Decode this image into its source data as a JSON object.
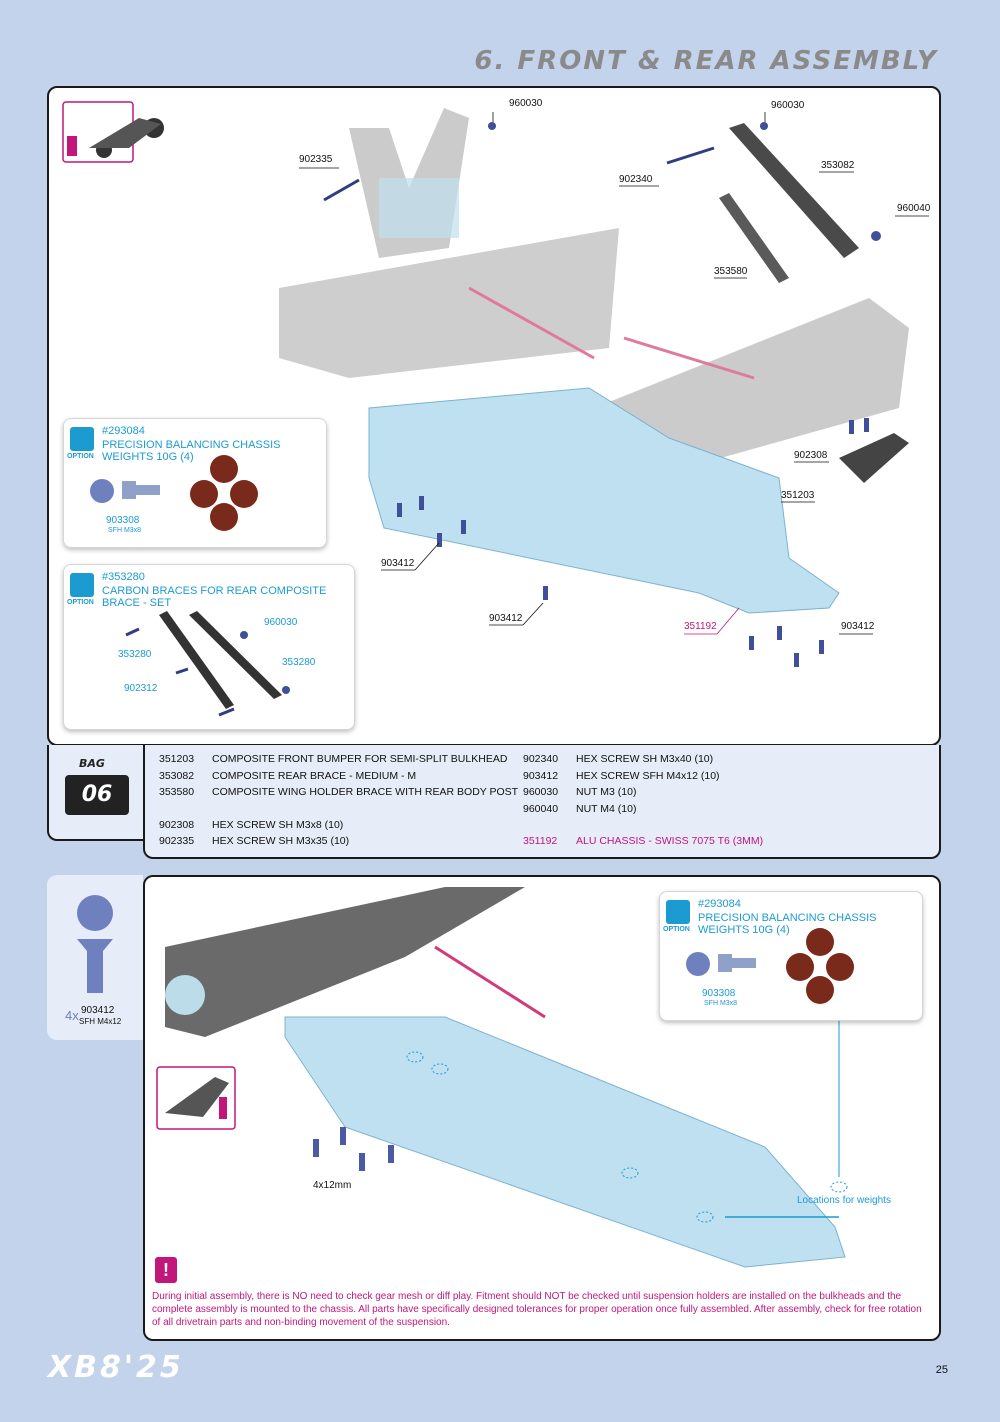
{
  "page_title": "6. FRONT & REAR ASSEMBLY",
  "brand": "XB8'25",
  "page_number": "25",
  "bag": {
    "label": "BAG",
    "number": "06"
  },
  "parts_left": [
    {
      "code": "351203",
      "desc": "COMPOSITE FRONT BUMPER FOR SEMI-SPLIT BULKHEAD"
    },
    {
      "code": "353082",
      "desc": "COMPOSITE REAR BRACE - MEDIUM - M"
    },
    {
      "code": "353580",
      "desc": "COMPOSITE WING HOLDER BRACE WITH REAR BODY POST"
    },
    {
      "code": "902308",
      "desc": "HEX SCREW  SH M3x8  (10)"
    },
    {
      "code": "902335",
      "desc": "HEX SCREW  SH M3x35  (10)"
    }
  ],
  "parts_right": [
    {
      "code": "902340",
      "desc": "HEX SCREW  SH M3x40  (10)"
    },
    {
      "code": "903412",
      "desc": "HEX SCREW  SFH M4x12  (10)"
    },
    {
      "code": "960030",
      "desc": "NUT M3  (10)"
    },
    {
      "code": "960040",
      "desc": "NUT M4  (10)"
    },
    {
      "code": "351192",
      "desc": "ALU CHASSIS - SWISS 7075 T6 (3MM)"
    }
  ],
  "callouts_top": {
    "c960030a": "960030",
    "c960030b": "960030",
    "c902335": "902335",
    "c902340": "902340",
    "c353082": "353082",
    "c960040": "960040",
    "c353580": "353580",
    "c902308": "902308",
    "c351203": "351203",
    "c903412a": "903412",
    "c903412b": "903412",
    "c903412c": "903412",
    "c351192": "351192"
  },
  "option1": {
    "word": "OPTION",
    "number": "#293084",
    "name": "PRECISION BALANCING CHASSIS WEIGHTS 10G (4)",
    "screw_code": "903308",
    "screw_spec": "SFH M3x8"
  },
  "option2": {
    "word": "OPTION",
    "number": "#353280",
    "name": "CARBON BRACES FOR REAR COMPOSITE BRACE - SET",
    "c960030": "960030",
    "c353280a": "353280",
    "c353280b": "353280",
    "c902312": "902312"
  },
  "option3": {
    "word": "OPTION",
    "number": "#293084",
    "name": "PRECISION BALANCING CHASSIS WEIGHTS 10G (4)",
    "screw_code": "903308",
    "screw_spec": "SFH M3x8"
  },
  "side_part": {
    "qty": "4x",
    "code": "903412",
    "spec": "SFH M4x12"
  },
  "bottom_labels": {
    "screw_size": "4x12mm",
    "weights_loc": "Locations for weights"
  },
  "warning_symbol": "!",
  "note": "During initial assembly, there is NO need to check gear mesh or diff play. Fitment should NOT be checked until suspension holders are installed on the bulkheads and the complete assembly is mounted to the chassis. All parts have specifically designed tolerances for proper operation once fully assembled. After assembly, check for free rotation of all drivetrain parts and non-binding movement of the suspension."
}
